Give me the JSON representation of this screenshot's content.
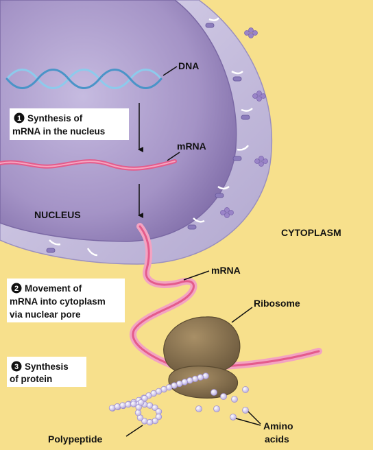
{
  "labels": {
    "dna": "DNA",
    "mrna_nucleus": "mRNA",
    "nucleus": "NUCLEUS",
    "cytoplasm": "CYTOPLASM",
    "mrna_cytoplasm": "mRNA",
    "ribosome": "Ribosome",
    "amino_line1": "Amino",
    "amino_line2": "acids",
    "polypeptide": "Polypeptide"
  },
  "steps": [
    {
      "number": "1",
      "lines": [
        "Synthesis of",
        "mRNA in the nucleus"
      ]
    },
    {
      "number": "2",
      "lines": [
        "Movement of",
        "mRNA into cytoplasm",
        "via nuclear pore"
      ]
    },
    {
      "number": "3",
      "lines": [
        "Synthesis",
        "of protein"
      ]
    }
  ],
  "colors": {
    "cytoplasm": "#f7e08c",
    "nuclear_envelope": "#c7bfdd",
    "nucleoplasm": "#a493c6",
    "mrna": "#e45b8b",
    "dna": "#5aa4d4",
    "ribosome": "#8a7352",
    "polypeptide": "#d2c8ec"
  }
}
